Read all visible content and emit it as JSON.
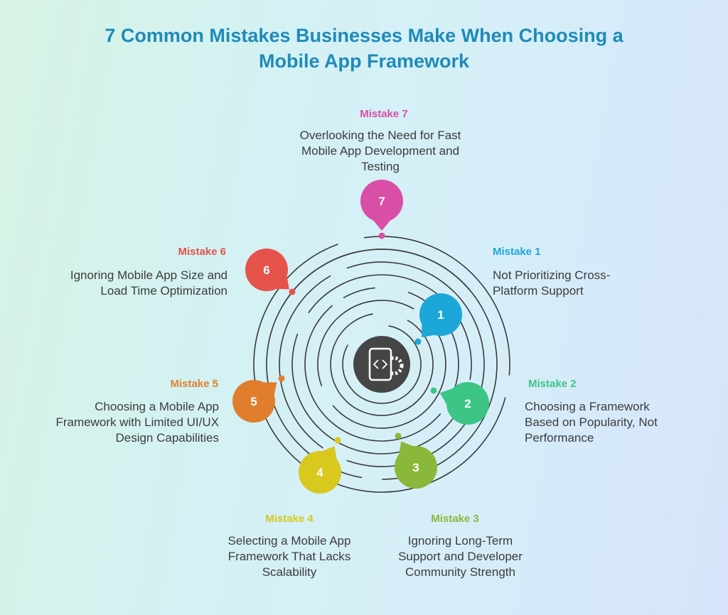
{
  "title_line1": "7 Common Mistakes Businesses Make When Choosing a",
  "title_line2": "Mobile App Framework",
  "center_icon": "mobile-code-gear-icon",
  "mistakes": [
    {
      "num": "1",
      "label": "Mistake 1",
      "text": "Not Prioritizing Cross-Platform Support",
      "color": "#1da7d8"
    },
    {
      "num": "2",
      "label": "Mistake 2",
      "text": "Choosing a Framework Based on Popularity, Not Performance",
      "color": "#3cc585"
    },
    {
      "num": "3",
      "label": "Mistake 3",
      "text": "Ignoring Long-Term Support and Developer Community Strength",
      "color": "#8ab83a"
    },
    {
      "num": "4",
      "label": "Mistake 4",
      "text": "Selecting a Mobile App Framework That Lacks Scalability",
      "color": "#d9c81e"
    },
    {
      "num": "5",
      "label": "Mistake 5",
      "text": "Choosing a Mobile App Framework with Limited UI/UX Design Capabilities",
      "color": "#e07e2e"
    },
    {
      "num": "6",
      "label": "Mistake 6",
      "text": "Ignoring Mobile App Size and Load Time Optimization",
      "color": "#e5534b"
    },
    {
      "num": "7",
      "label": "Mistake 7",
      "text": "Overlooking the Need for Fast Mobile App Development and Testing",
      "color": "#d94fa8"
    }
  ]
}
